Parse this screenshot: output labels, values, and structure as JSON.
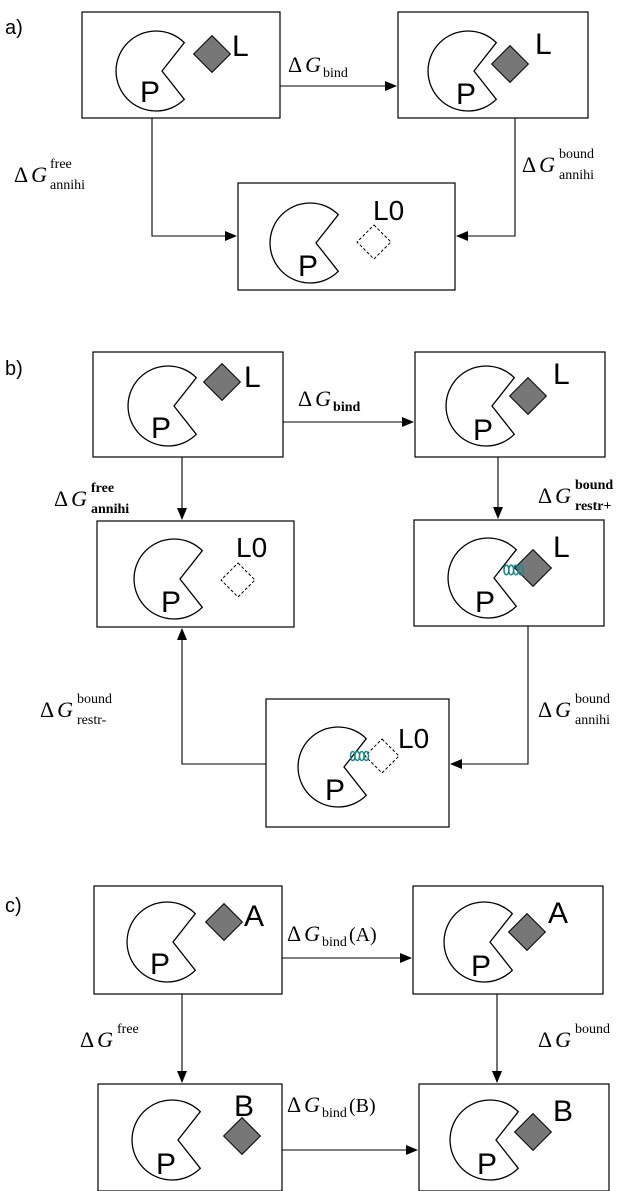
{
  "panels": {
    "a": {
      "tag": "a)",
      "states": {
        "free": {
          "P": "P",
          "L": "L"
        },
        "bound": {
          "P": "P",
          "L": "L"
        },
        "annihilated": {
          "P": "P",
          "L": "L0"
        }
      },
      "arrows": {
        "bind": {
          "delta": "Δ",
          "G": "G",
          "sub": "bind",
          "sup": ""
        },
        "free": {
          "delta": "Δ",
          "G": "G",
          "sub": "annihi",
          "sup": "free"
        },
        "bound": {
          "delta": "Δ",
          "G": "G",
          "sub": "annihi",
          "sup": "bound"
        }
      }
    },
    "b": {
      "tag": "b)",
      "states": {
        "free": {
          "P": "P",
          "L": "L"
        },
        "bound": {
          "P": "P",
          "L": "L"
        },
        "annihilated": {
          "P": "P",
          "L": "L0"
        },
        "restrained": {
          "P": "P",
          "L": "L"
        },
        "restrained_annihilated": {
          "P": "P",
          "L": "L0"
        }
      },
      "arrows": {
        "bind": {
          "delta": "Δ",
          "G": "G",
          "sub": "bind",
          "sup": ""
        },
        "free": {
          "delta": "Δ",
          "G": "G",
          "sub": "annihi",
          "sup": "free"
        },
        "restr_plus": {
          "delta": "Δ",
          "G": "G",
          "sub": "restr+",
          "sup": "bound"
        },
        "bound_annihi": {
          "delta": "Δ",
          "G": "G",
          "sub": "annihi",
          "sup": "bound"
        },
        "restr_minus": {
          "delta": "Δ",
          "G": "G",
          "sub": "restr-",
          "sup": "bound"
        }
      }
    },
    "c": {
      "tag": "c)",
      "states": {
        "free_A": {
          "P": "P",
          "L": "A"
        },
        "bound_A": {
          "P": "P",
          "L": "A"
        },
        "free_B": {
          "P": "P",
          "L": "B"
        },
        "bound_B": {
          "P": "P",
          "L": "B"
        }
      },
      "arrows": {
        "bind_A": {
          "delta": "Δ",
          "G": "G",
          "sub": "bind",
          "arg": "(A)"
        },
        "bind_B": {
          "delta": "Δ",
          "G": "G",
          "sub": "bind",
          "arg": "(B)"
        },
        "free": {
          "delta": "Δ",
          "G": "G",
          "sup": "free"
        },
        "bound": {
          "delta": "Δ",
          "G": "G",
          "sup": "bound"
        }
      }
    }
  }
}
